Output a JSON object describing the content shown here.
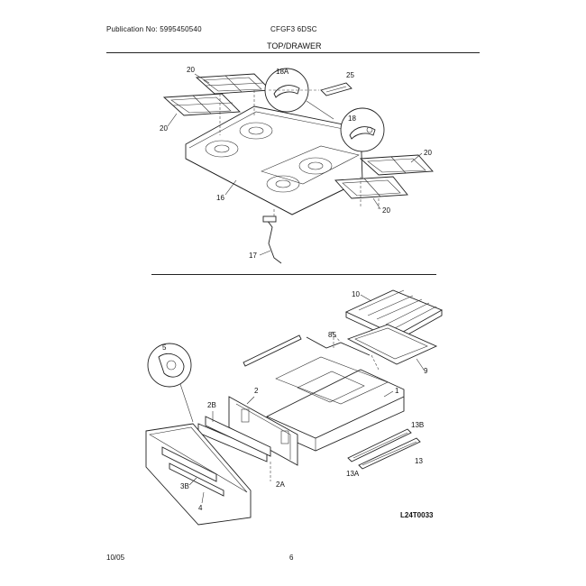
{
  "header": {
    "publication": "Publication No: 5995450540",
    "model": "CFGF3 6DSC",
    "section": "TOP/DRAWER"
  },
  "diagram": {
    "callouts_top": [
      "20",
      "20",
      "18A",
      "25",
      "18",
      "20",
      "16",
      "20",
      "17"
    ],
    "callouts_bottom": [
      "10",
      "85",
      "9",
      "5",
      "2B",
      "2",
      "1",
      "13B",
      "13",
      "13A",
      "3B",
      "4",
      "2A"
    ],
    "drawing_code": "L24T0033"
  },
  "footer": {
    "date": "10/05",
    "page": "6"
  }
}
